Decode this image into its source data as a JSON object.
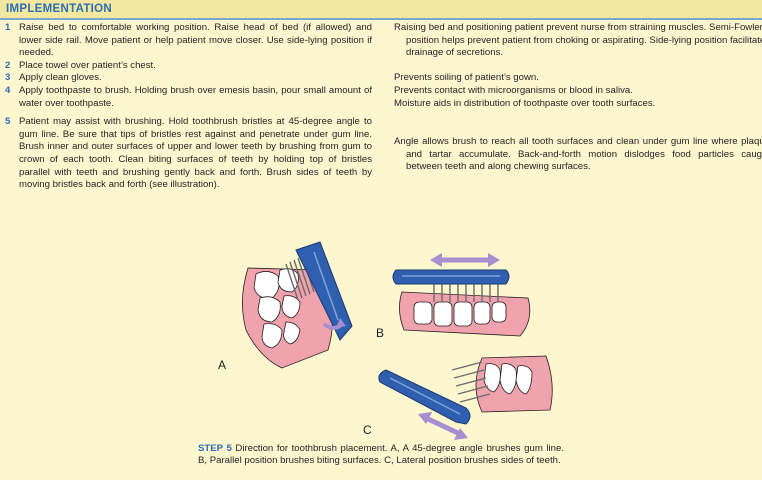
{
  "section_title": "IMPLEMENTATION",
  "steps": [
    {
      "num": "1",
      "text": "Raise bed to comfortable working position. Raise head of bed (if allowed) and lower side rail. Move patient or help patient move closer. Use side-lying position if needed."
    },
    {
      "num": "2",
      "text": "Place towel over patient’s chest."
    },
    {
      "num": "3",
      "text": "Apply clean gloves."
    },
    {
      "num": "4",
      "text": "Apply toothpaste to brush. Holding brush over emesis basin, pour small amount of water over toothpaste."
    },
    {
      "num": "5",
      "text": "Patient may assist with brushing. Hold toothbrush bristles at 45-degree angle to gum line. Be sure that tips of bristles rest against and penetrate under gum line. Brush inner and outer surfaces of upper and lower teeth by brushing from gum to crown of each tooth. Clean biting surfaces of teeth by holding top of bristles parallel with teeth and brushing gently back and forth. Brush sides of teeth by moving bristles back and forth (see illustration)."
    }
  ],
  "rationales": [
    "Raising bed and positioning patient prevent nurse from straining muscles. Semi-Fowler’s position helps prevent patient from choking or aspirating. Side-lying position facilitates drainage of secretions.",
    "Prevents soiling of patient’s gown.",
    "Prevents contact with microorganisms or blood in saliva.",
    "Moisture aids in distribution of toothpaste over tooth surfaces.",
    "Angle allows brush to reach all tooth surfaces and clean under gum line where plaque and tartar accumulate. Back-and-forth motion dislodges food particles caught between teeth and along chewing surfaces."
  ],
  "figure": {
    "label_a": "A",
    "label_b": "B",
    "label_c": "C"
  },
  "caption": {
    "step": "STEP 5",
    "text": " Direction for toothbrush placement. A, A 45-degree angle brushes gum line. B, Parallel position brushes biting surfaces. C, Lateral position brushes sides of teeth."
  },
  "colors": {
    "header_text": "#2a6db3",
    "brush": "#2f5fae",
    "gum": "#f0a3ad",
    "arrow": "#a58fd0"
  }
}
